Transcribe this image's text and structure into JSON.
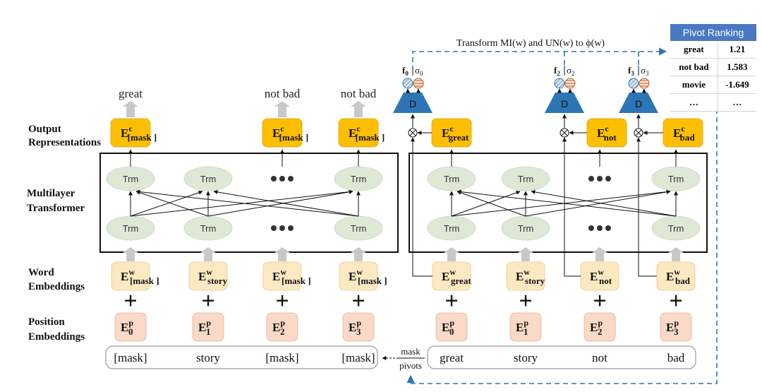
{
  "labels": {
    "output": [
      "Output",
      "Representations"
    ],
    "transformer": [
      "Multilayer",
      "Transformer"
    ],
    "word": [
      "Word",
      "Embeddings"
    ],
    "position": [
      "Position",
      "Embeddings"
    ]
  },
  "trm": "Trm",
  "left": {
    "tokens": [
      "[mask]",
      "story",
      "[mask]",
      "[mask]"
    ],
    "outputs": [
      "great",
      "",
      "not bad",
      "not bad"
    ],
    "word_subs": [
      "[mask ]",
      "story",
      "[mask ]",
      "[mask ]"
    ],
    "out_subs": [
      "[mask ]",
      "",
      "[mask ]",
      "[mask ]"
    ]
  },
  "right": {
    "tokens": [
      "great",
      "story",
      "not",
      "bad"
    ],
    "word_subs": [
      "great",
      "story",
      "not",
      "bad"
    ],
    "out_subs": [
      "great",
      "",
      "not",
      "bad"
    ],
    "discriminators": [
      {
        "f": "f",
        "f_sub": "0",
        "s": "σ",
        "s_sub": "0",
        "label": "D"
      },
      {
        "f": "f",
        "f_sub": "2",
        "s": "σ",
        "s_sub": "2",
        "label": "D"
      },
      {
        "f": "f",
        "f_sub": "3",
        "s": "σ",
        "s_sub": "3",
        "label": "D"
      }
    ]
  },
  "emb": {
    "E": "E",
    "w": "w",
    "p": "p",
    "c": "c",
    "positions": [
      "0",
      "1",
      "2",
      "3"
    ]
  },
  "mask_pivots": [
    "mask",
    "pivots"
  ],
  "transform_text": "Transform MI(w) and UN(w) to ϕ(w)",
  "ranking": {
    "title": "Pivot Ranking",
    "rows": [
      [
        "great",
        "1.21"
      ],
      [
        "not bad",
        "1.583"
      ],
      [
        "movie",
        "-1.649"
      ],
      [
        "…",
        "…"
      ]
    ]
  },
  "colors": {
    "output": "#ffbf00",
    "word": "#fce9c2",
    "position": "#fad9c6",
    "trm": "#dde9d5",
    "disc": "#2e75b6",
    "dash": "#2e75b6",
    "arrow": "#c8c8c8"
  }
}
